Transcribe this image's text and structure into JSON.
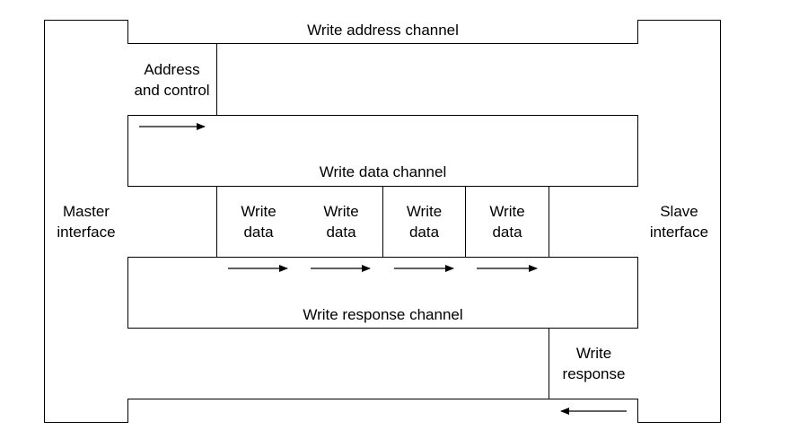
{
  "master": {
    "label": "Master\ninterface"
  },
  "slave": {
    "label": "Slave\ninterface"
  },
  "write_address": {
    "title": "Write address channel",
    "cells": [
      "Address\nand control"
    ]
  },
  "write_data": {
    "title": "Write data channel",
    "cells": [
      "Write\ndata",
      "Write\ndata",
      "Write\ndata",
      "Write\ndata"
    ]
  },
  "write_response": {
    "title": "Write response channel",
    "cells": [
      "Write\nresponse"
    ]
  }
}
